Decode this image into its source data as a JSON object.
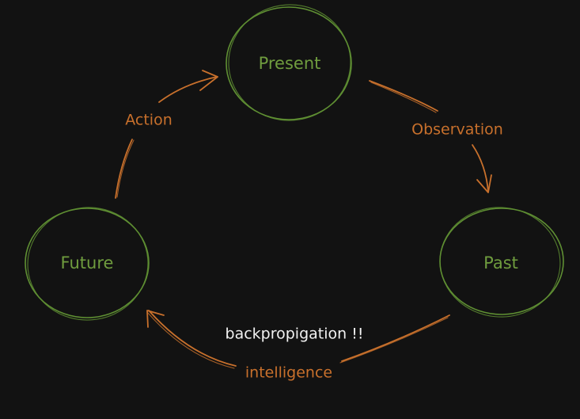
{
  "diagram": {
    "nodes": {
      "present": {
        "label": "Present"
      },
      "past": {
        "label": "Past"
      },
      "future": {
        "label": "Future"
      }
    },
    "edges": {
      "present_to_past": {
        "label": "Observation"
      },
      "past_to_future": {
        "label": "intelligence"
      },
      "future_to_present": {
        "label": "Action"
      }
    },
    "annotation": {
      "text": "backpropigation !!"
    },
    "colors": {
      "background": "#121212",
      "node": "#6f9c3e",
      "edge": "#c8702c",
      "annotation": "#f2f2f2"
    }
  }
}
